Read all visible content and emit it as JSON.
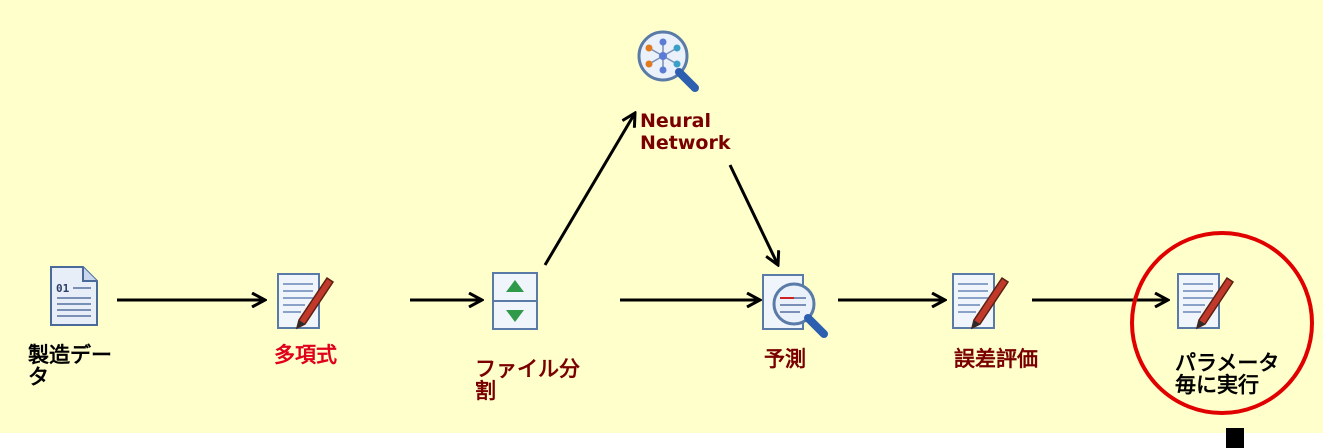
{
  "nodes": [
    {
      "id": "data",
      "label": "製造デー\nタ",
      "icon": "data-file-icon",
      "color": "#000000"
    },
    {
      "id": "poly",
      "label": "多項式",
      "icon": "notepad-pencil-icon",
      "color": "#e0001b"
    },
    {
      "id": "split",
      "label": "ファイル分\n割",
      "icon": "split-arrows-icon",
      "color": "#7a0000"
    },
    {
      "id": "nn",
      "label": "Neural\nNetwork",
      "icon": "neural-magnifier-icon",
      "color": "#7a0000"
    },
    {
      "id": "predict",
      "label": "予測",
      "icon": "document-magnifier-icon",
      "color": "#7a0000"
    },
    {
      "id": "error",
      "label": "誤差評価",
      "icon": "notepad-pencil-icon",
      "color": "#7a0000"
    },
    {
      "id": "param",
      "label": "パラメータ\n毎に実行",
      "icon": "notepad-pencil-icon",
      "color": "#000000"
    }
  ],
  "edges": [
    {
      "from": "data",
      "to": "poly"
    },
    {
      "from": "poly",
      "to": "split"
    },
    {
      "from": "split",
      "to": "nn"
    },
    {
      "from": "split",
      "to": "predict"
    },
    {
      "from": "nn",
      "to": "predict"
    },
    {
      "from": "predict",
      "to": "error"
    },
    {
      "from": "error",
      "to": "param"
    }
  ],
  "colors": {
    "background": "#ffffcc",
    "highlight_circle": "#e00000",
    "arrow": "#000000"
  }
}
